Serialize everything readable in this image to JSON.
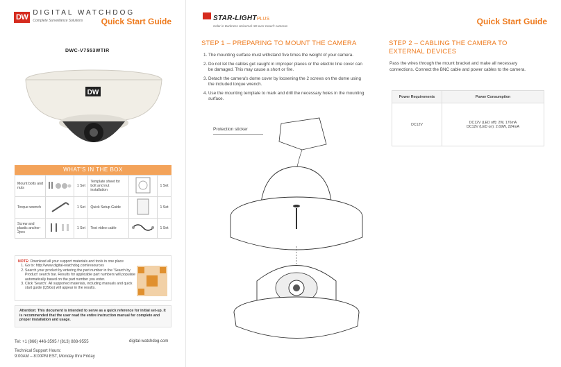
{
  "left": {
    "logo": {
      "badge": "DW",
      "name": "DIGITAL WATCHDOG",
      "tagline": "Complete Surveillance Solutions"
    },
    "title": "Quick Start Guide",
    "model": "DWC-V7553WTIR",
    "camera_logo": "DW",
    "box_title": "WHAT'S IN THE BOX",
    "box_rows": [
      {
        "a_name": "Mount bolts and nuts",
        "a_qty": "1 Set",
        "b_name": "Template sheet for bolt and nut installation",
        "b_qty": "1 Set"
      },
      {
        "a_name": "Torque wrench",
        "a_qty": "1 Set",
        "b_name": "Quick Setup Guide",
        "b_qty": "1 Set"
      },
      {
        "a_name": "Screw and plastic anchor-2pcs",
        "a_qty": "1 Set",
        "b_name": "Test video cable",
        "b_qty": "1 Set"
      }
    ],
    "note": {
      "label": "NOTE:",
      "lead": "Download all your support materials and tools in one place",
      "items": [
        "Go to: http://www.digital-watchdog.com/resources",
        "Search your product by entering the part number in the 'Search by Product' search bar. Results for applicable part numbers will populate automatically based on the part number you enter.",
        "Click 'Search'. All supported materials, including manuals and quick start guide (QSGs) will appear in the results."
      ]
    },
    "attention": "Attention: This document is intended to serve as a quick reference for initial set-up. It is recommended that the user read the entire instruction manual for complete and proper installation and usage.",
    "phone": "Tel: +1 (866) 446-3595 / (813) 888-9555",
    "hours_label": "Technical Support Hours:",
    "hours": "9:00AM – 8:00PM EST, Monday thru Friday",
    "website": "digital-watchdog.com"
  },
  "right": {
    "brand": {
      "name": "STAR-LIGHT",
      "plus": "PLUS",
      "tagline": "Color in Darkness Universal HD over Coax® cameras"
    },
    "title": "Quick Start Guide",
    "step1_title": "STEP 1 – PREPARING TO MOUNT THE CAMERA",
    "step1_items": [
      "The mounting surface must withstand five times the weight of your camera.",
      "Do not let the cables get caught in improper places or the electric line cover can be damaged. This may cause a short or fire.",
      "Detach the camera's dome cover by loosening the 2 screws on the dome using the included torque wrench.",
      "Use the mounting template to mark and drill the necessary holes in the mounting surface."
    ],
    "protection_label": "Protection sticker",
    "step2_title": "STEP 2 – CABLING THE CAMERA TO EXTERNAL DEVICES",
    "step2_text": "Pass the wires through the mount bracket and make all necessary connections. Connect the BNC cable and power cables to the camera.",
    "power_table": {
      "headers": [
        "Power Requirements",
        "Power Consumption"
      ],
      "requirement": "DC12V",
      "consumption_1": "DC12V (LED off): 2W, 176mA",
      "consumption_2": "DC12V (LED on): 2.69W, 224mA"
    }
  },
  "colors": {
    "accent": "#ee7a1d",
    "brand_red": "#d52b1e",
    "box_header": "#f3a35a"
  }
}
